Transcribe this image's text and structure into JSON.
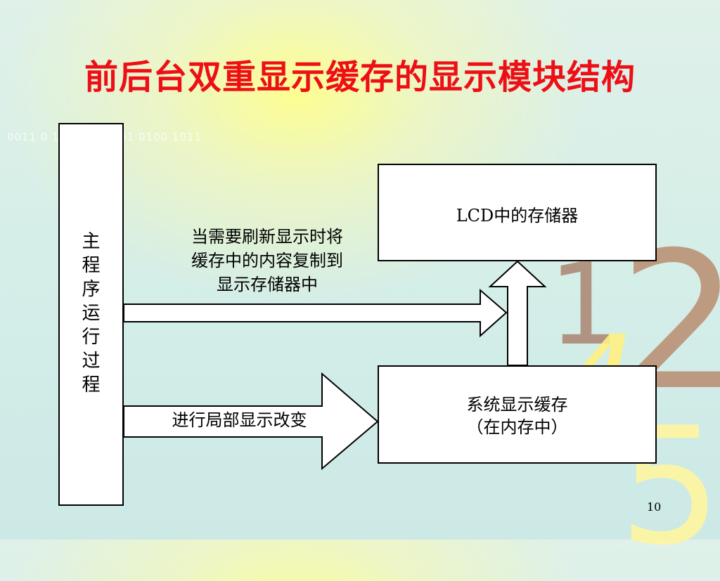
{
  "title": "前后台双重显示缓存的显示模块结构",
  "background_text": "0011 0  10 1101 0001 0100 1011",
  "decor_digits": [
    "1",
    "2",
    "4",
    "5"
  ],
  "main_process": {
    "chars": [
      "主",
      "程",
      "序",
      "运",
      "行",
      "过",
      "程"
    ]
  },
  "lcd_memory": {
    "label": "LCD中的存储器"
  },
  "system_buffer": {
    "line1": "系统显示缓存",
    "line2": "（在内存中）"
  },
  "copy_annotation": {
    "line1": "当需要刷新显示时将",
    "line2": "缓存中的内容复制到",
    "line3": "显示存储器中"
  },
  "local_update_annotation": {
    "text": "进行局部显示改变"
  },
  "page_number": "10",
  "colors": {
    "title": "#ee0f16",
    "box_fill": "#ffffff",
    "stroke": "#000000"
  }
}
